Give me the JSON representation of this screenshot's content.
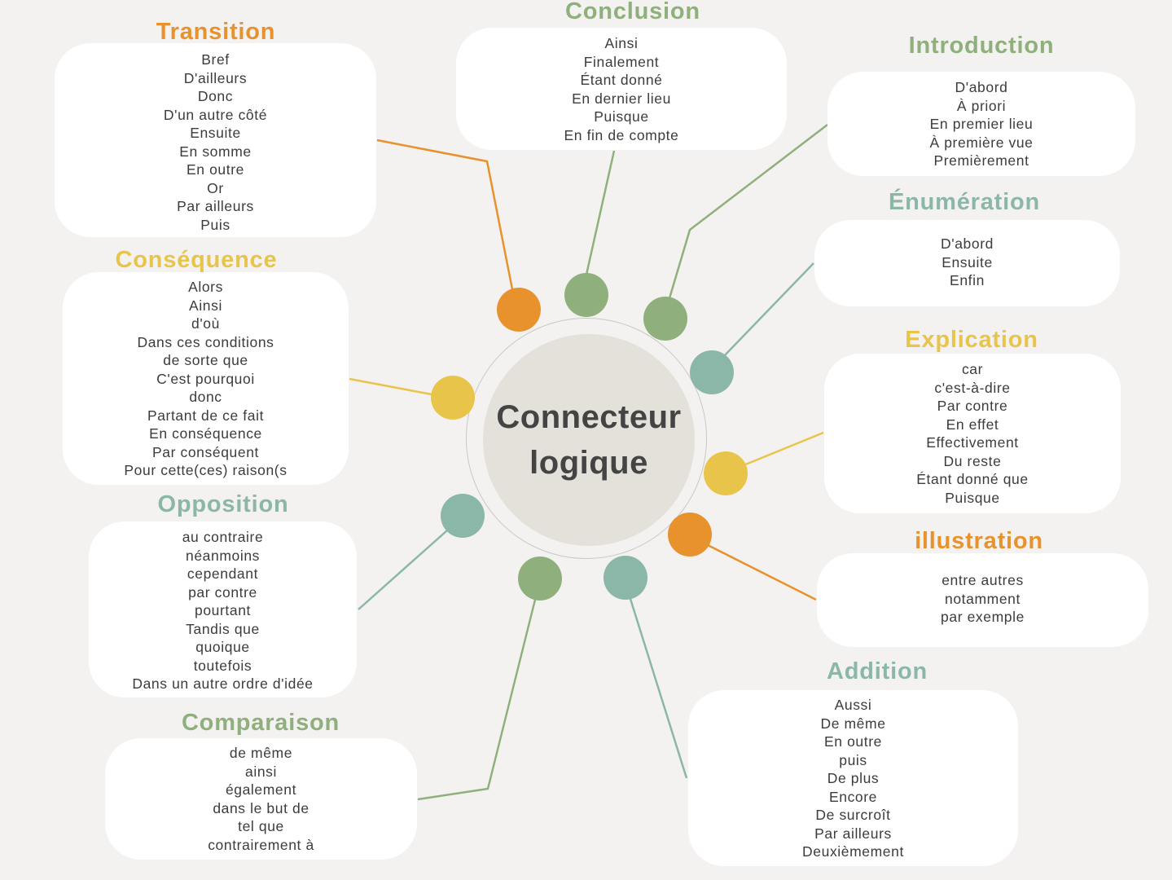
{
  "center": {
    "line1": "Connecteur",
    "line2": "logique",
    "fill": "#e4e1db"
  },
  "colors": {
    "orange": "#e8922e",
    "green": "#8fb07c",
    "teal": "#8ab7a8",
    "yellow": "#e8c54a"
  },
  "groups": [
    {
      "key": "transition",
      "title": "Transition",
      "color": "#e8922e",
      "items": [
        "Bref",
        "D'ailleurs",
        "Donc",
        "D'un autre côté",
        "Ensuite",
        "En somme",
        "En outre",
        "Or",
        "Par ailleurs",
        "Puis"
      ]
    },
    {
      "key": "conclusion",
      "title": "Conclusion",
      "color": "#8fb07c",
      "items": [
        "Ainsi",
        "Finalement",
        "Étant donné",
        "En dernier lieu",
        "Puisque",
        "En fin de compte"
      ]
    },
    {
      "key": "introduction",
      "title": "Introduction",
      "color": "#8fb07c",
      "items": [
        "D'abord",
        "À priori",
        "En premier lieu",
        "À première vue",
        "Premièrement"
      ]
    },
    {
      "key": "enumeration",
      "title": "Énumération",
      "color": "#8ab7a8",
      "items": [
        "D'abord",
        "Ensuite",
        "Enfin"
      ]
    },
    {
      "key": "consequence",
      "title": "Conséquence",
      "color": "#e8c54a",
      "items": [
        "Alors",
        "Ainsi",
        "d'où",
        "Dans ces conditions",
        "de sorte que",
        "C'est pourquoi",
        "donc",
        "Partant de ce fait",
        "En conséquence",
        "Par conséquent",
        "Pour cette(ces) raison(s"
      ]
    },
    {
      "key": "explication",
      "title": "Explication",
      "color": "#e8c54a",
      "items": [
        "car",
        "c'est-à-dire",
        "Par contre",
        "En effet",
        "Effectivement",
        "Du reste",
        "Étant donné que",
        "Puisque"
      ]
    },
    {
      "key": "opposition",
      "title": "Opposition",
      "color": "#8ab7a8",
      "items": [
        "au contraire",
        "néanmoins",
        "cependant",
        "par contre",
        "pourtant",
        "Tandis que",
        "quoique",
        "toutefois",
        "Dans un autre ordre d'idée"
      ]
    },
    {
      "key": "illustration",
      "title": "illustration",
      "color": "#e8922e",
      "items": [
        "entre autres",
        "notamment",
        "par exemple"
      ]
    },
    {
      "key": "comparaison",
      "title": "Comparaison",
      "color": "#8fb07c",
      "items": [
        "de même",
        "ainsi",
        "également",
        "dans le but de",
        "tel que",
        "contrairement à"
      ]
    },
    {
      "key": "addition",
      "title": "Addition",
      "color": "#8ab7a8",
      "items": [
        "Aussi",
        "De même",
        "En outre",
        "puis",
        "De plus",
        "Encore",
        "De surcroît",
        "Par ailleurs",
        "Deuxièmement"
      ]
    }
  ]
}
